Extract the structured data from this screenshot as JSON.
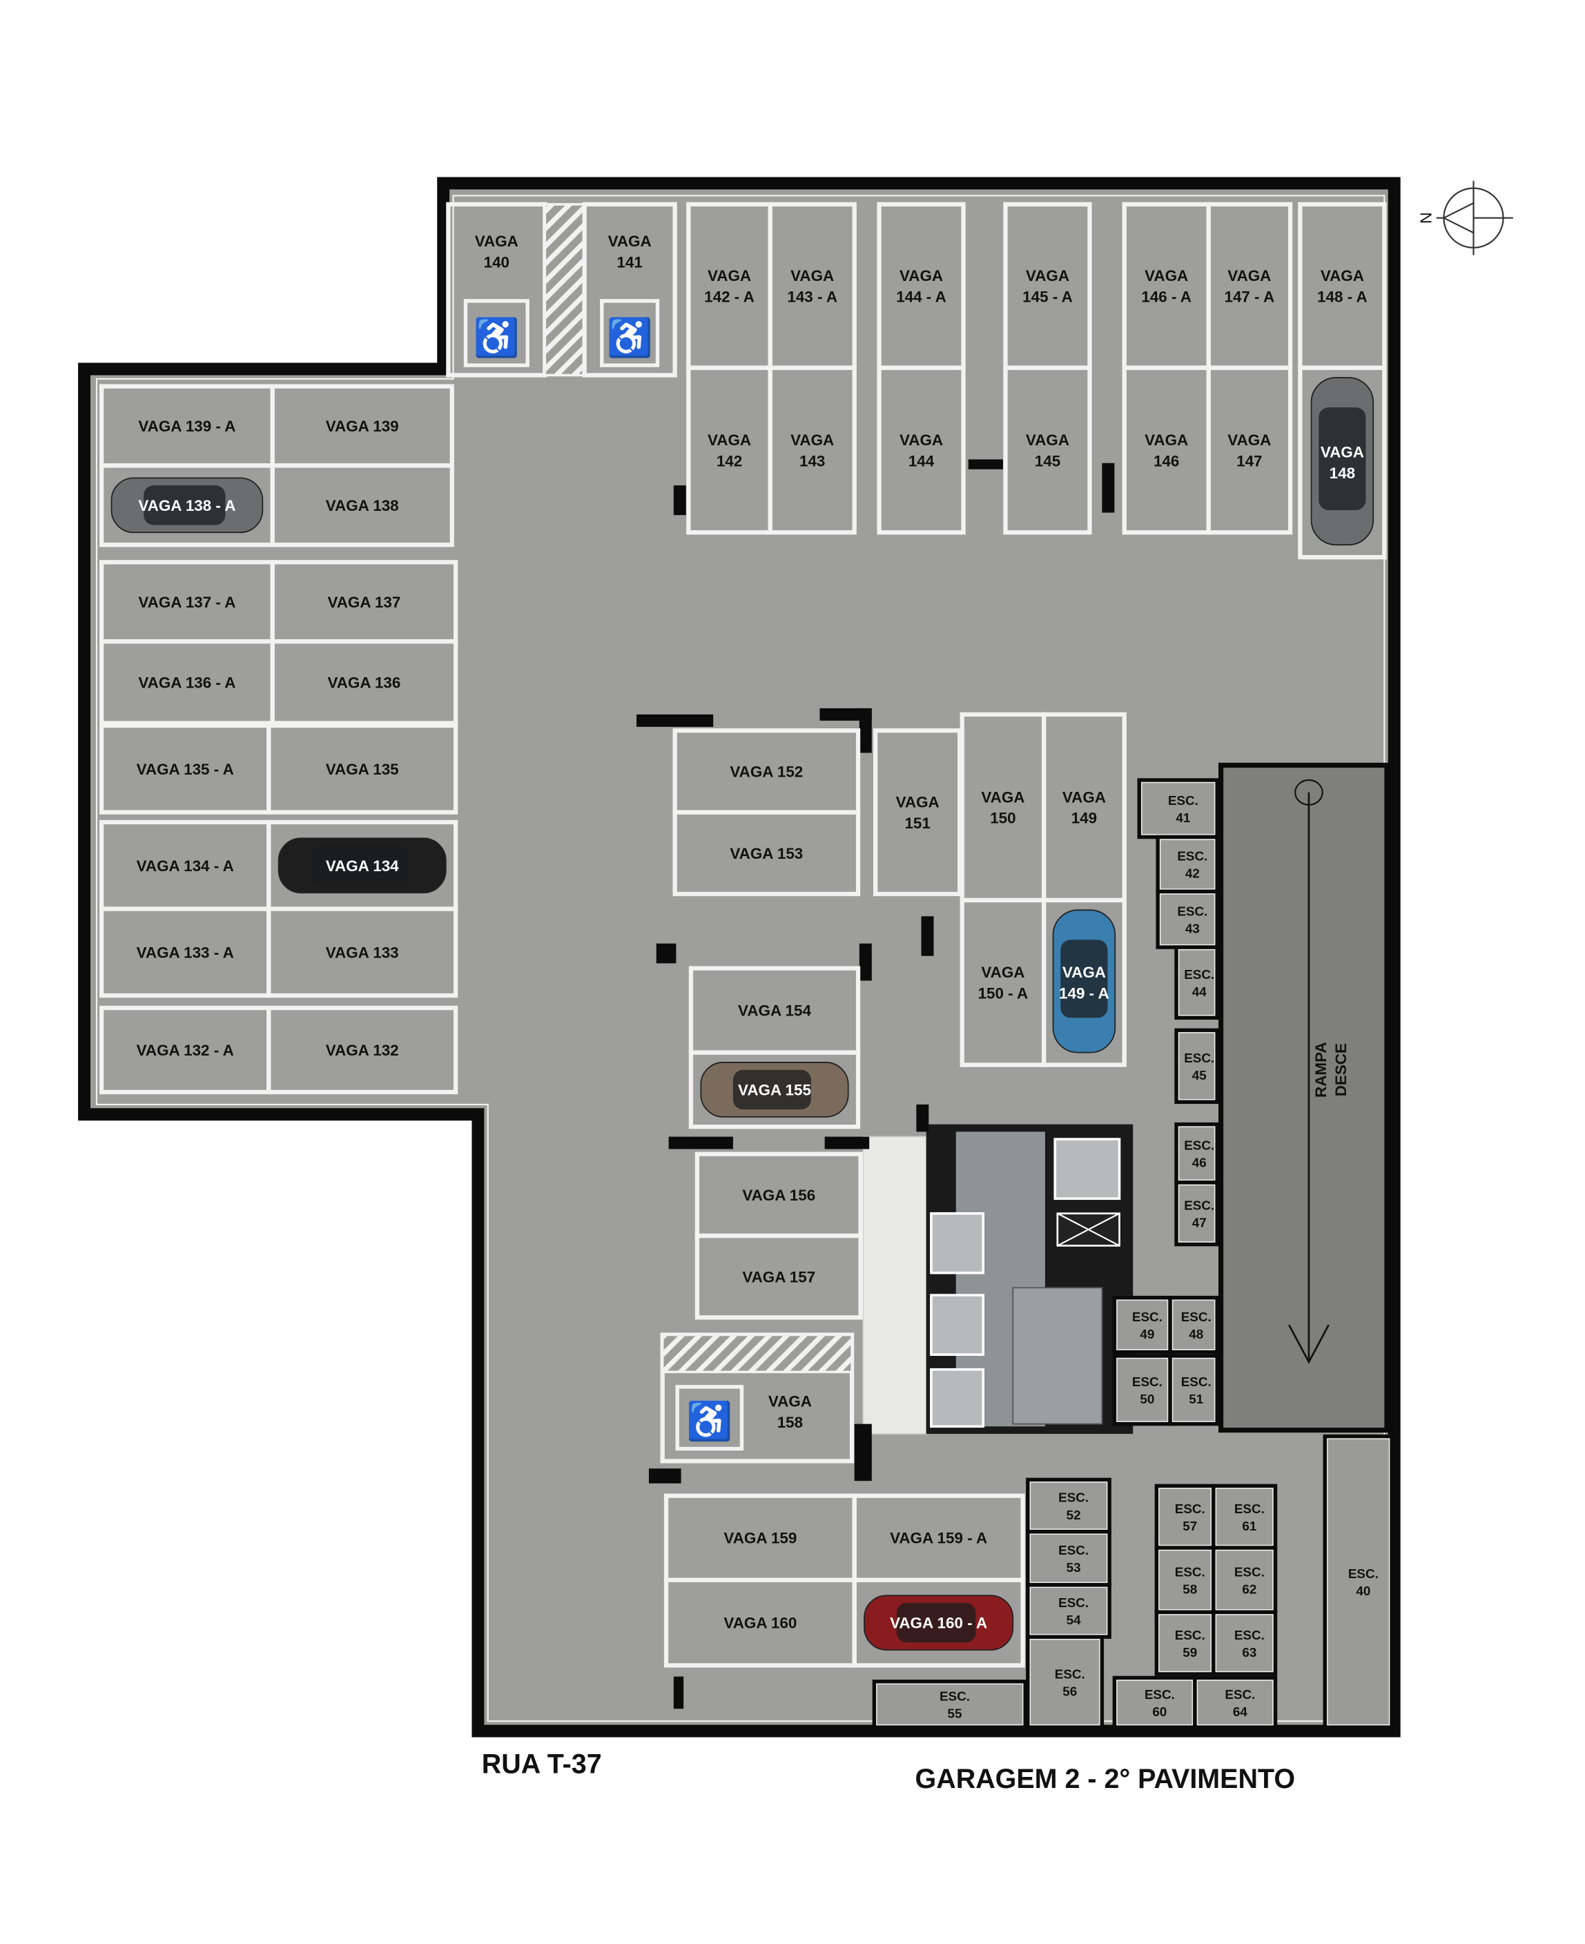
{
  "footer": {
    "street": "RUA T-37",
    "title": "GARAGEM 2 - 2° PAVIMENTO"
  },
  "compass": {
    "north_label": "N",
    "icon": "compass-rose-icon"
  },
  "ramp": {
    "line1": "RAMPA",
    "line2": "DESCE",
    "icon": "arrow-down-icon"
  },
  "colors": {
    "floor": "#9c9c9a",
    "wall": "#0b0b0b",
    "marking": "#f2f2f2",
    "ramp": "#7f807e",
    "car_gray": "#6b6d6e",
    "car_black": "#1e1e1f",
    "car_blue": "#3a7fb0",
    "car_brown": "#7a6b5c",
    "car_red": "#8a1c1f"
  },
  "spaces": [
    {
      "label": [
        "VAGA 139 - A"
      ]
    },
    {
      "label": [
        "VAGA 139"
      ]
    },
    {
      "label": [
        "VAGA 138 - A"
      ],
      "car": "car_gray"
    },
    {
      "label": [
        "VAGA 138"
      ]
    },
    {
      "label": [
        "VAGA 137 - A"
      ]
    },
    {
      "label": [
        "VAGA 137"
      ]
    },
    {
      "label": [
        "VAGA 136 - A"
      ]
    },
    {
      "label": [
        "VAGA 136"
      ]
    },
    {
      "label": [
        "VAGA 135 - A"
      ]
    },
    {
      "label": [
        "VAGA 135"
      ]
    },
    {
      "label": [
        "VAGA 134 - A"
      ]
    },
    {
      "label": [
        "VAGA 134"
      ],
      "car": "car_black"
    },
    {
      "label": [
        "VAGA 133 - A"
      ]
    },
    {
      "label": [
        "VAGA 133"
      ]
    },
    {
      "label": [
        "VAGA 132 - A"
      ]
    },
    {
      "label": [
        "VAGA 132"
      ]
    },
    {
      "label": [
        "VAGA",
        "140"
      ],
      "accessible": true
    },
    {
      "label": [
        "VAGA",
        "141"
      ],
      "accessible": true
    },
    {
      "label": [
        "VAGA",
        "142 - A"
      ]
    },
    {
      "label": [
        "VAGA",
        "143 - A"
      ]
    },
    {
      "label": [
        "VAGA",
        "144 - A"
      ]
    },
    {
      "label": [
        "VAGA",
        "145 - A"
      ]
    },
    {
      "label": [
        "VAGA",
        "146 - A"
      ]
    },
    {
      "label": [
        "VAGA",
        "147 - A"
      ]
    },
    {
      "label": [
        "VAGA",
        "148 - A"
      ]
    },
    {
      "label": [
        "VAGA",
        "142"
      ]
    },
    {
      "label": [
        "VAGA",
        "143"
      ]
    },
    {
      "label": [
        "VAGA",
        "144"
      ]
    },
    {
      "label": [
        "VAGA",
        "145"
      ]
    },
    {
      "label": [
        "VAGA",
        "146"
      ]
    },
    {
      "label": [
        "VAGA",
        "147"
      ]
    },
    {
      "label": [
        "VAGA",
        "148"
      ],
      "car": "car_gray"
    },
    {
      "label": [
        "VAGA 152"
      ]
    },
    {
      "label": [
        "VAGA 153"
      ]
    },
    {
      "label": [
        "VAGA",
        "151"
      ]
    },
    {
      "label": [
        "VAGA",
        "150"
      ]
    },
    {
      "label": [
        "VAGA",
        "149"
      ]
    },
    {
      "label": [
        "VAGA",
        "150 - A"
      ]
    },
    {
      "label": [
        "VAGA",
        "149 - A"
      ],
      "car": "car_blue"
    },
    {
      "label": [
        "VAGA 154"
      ]
    },
    {
      "label": [
        "VAGA 155"
      ],
      "car": "car_brown"
    },
    {
      "label": [
        "VAGA 156"
      ]
    },
    {
      "label": [
        "VAGA 157"
      ]
    },
    {
      "label": [
        "VAGA",
        "158"
      ],
      "accessible": true
    },
    {
      "label": [
        "VAGA 159"
      ]
    },
    {
      "label": [
        "VAGA 159 - A"
      ]
    },
    {
      "label": [
        "VAGA 160"
      ]
    },
    {
      "label": [
        "VAGA 160 - A"
      ],
      "car": "car_red"
    }
  ],
  "storage": [
    {
      "label": [
        "ESC.",
        "41"
      ]
    },
    {
      "label": [
        "ESC.",
        "42"
      ]
    },
    {
      "label": [
        "ESC.",
        "43"
      ]
    },
    {
      "label": [
        "ESC.",
        "44"
      ]
    },
    {
      "label": [
        "ESC.",
        "45"
      ]
    },
    {
      "label": [
        "ESC.",
        "46"
      ]
    },
    {
      "label": [
        "ESC.",
        "47"
      ]
    },
    {
      "label": [
        "ESC.",
        "49"
      ]
    },
    {
      "label": [
        "ESC.",
        "48"
      ]
    },
    {
      "label": [
        "ESC.",
        "50"
      ]
    },
    {
      "label": [
        "ESC.",
        "51"
      ]
    },
    {
      "label": [
        "ESC.",
        "52"
      ]
    },
    {
      "label": [
        "ESC.",
        "53"
      ]
    },
    {
      "label": [
        "ESC.",
        "54"
      ]
    },
    {
      "label": [
        "ESC.",
        "56"
      ]
    },
    {
      "label": [
        "ESC.",
        "55"
      ]
    },
    {
      "label": [
        "ESC.",
        "57"
      ]
    },
    {
      "label": [
        "ESC.",
        "61"
      ]
    },
    {
      "label": [
        "ESC.",
        "58"
      ]
    },
    {
      "label": [
        "ESC.",
        "62"
      ]
    },
    {
      "label": [
        "ESC.",
        "59"
      ]
    },
    {
      "label": [
        "ESC.",
        "63"
      ]
    },
    {
      "label": [
        "ESC.",
        "60"
      ]
    },
    {
      "label": [
        "ESC.",
        "64"
      ]
    },
    {
      "label": [
        "ESC.",
        "40"
      ]
    }
  ]
}
